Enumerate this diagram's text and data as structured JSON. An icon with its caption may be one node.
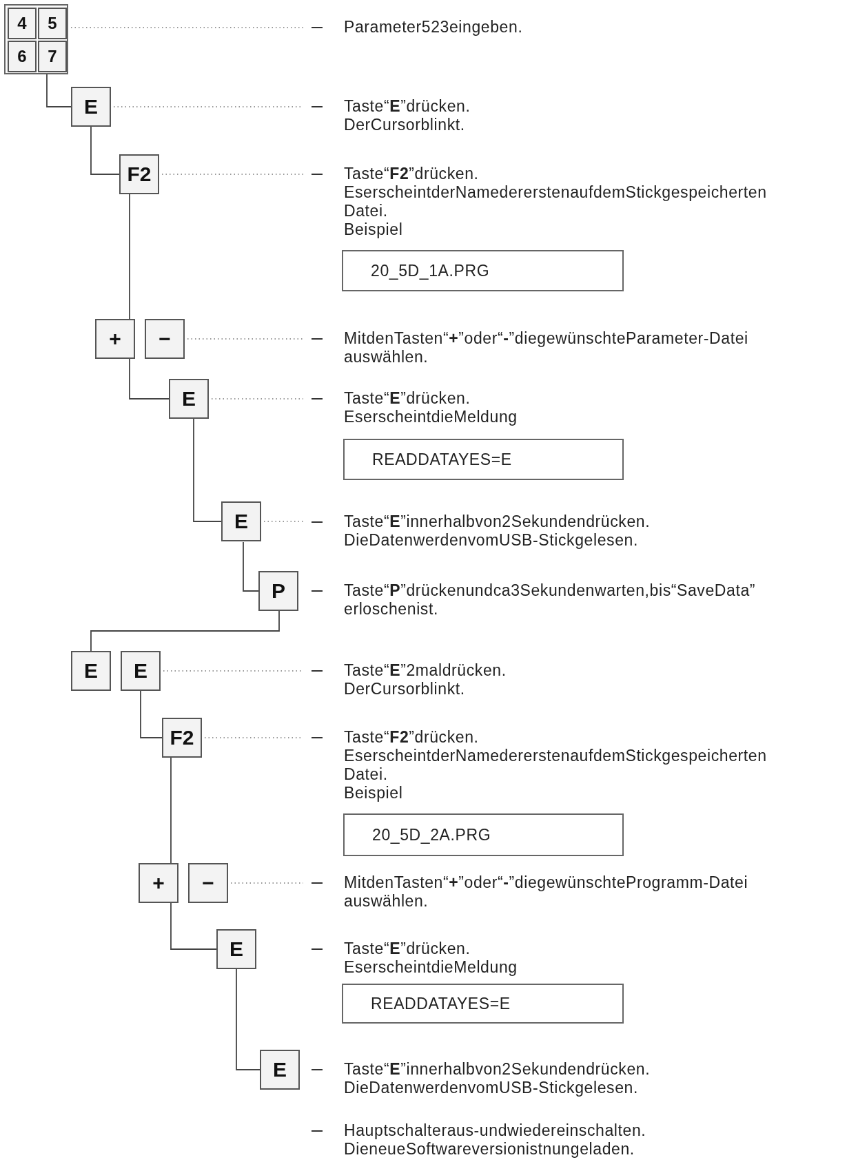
{
  "diagram": {
    "nodes": [
      {
        "text": [],
        "shape": "box"
      },
      {
        "text": [
          "4"
        ],
        "in": 0
      },
      {
        "text": [
          "5"
        ],
        "in": 0
      },
      {
        "text": [
          "6"
        ],
        "in": 0
      },
      {
        "text": [
          "7"
        ],
        "in": 0
      },
      {
        "text": [
          "Parameter523eingeben."
        ]
      },
      {
        "text": [
          "E"
        ]
      },
      {
        "text": [
          "Taste“**E**”drücken.",
          "DerCursorblinkt."
        ]
      },
      {
        "text": [
          "F2"
        ]
      },
      {
        "text": [
          "Taste“**F2**”drücken.",
          "EserscheintderNamedererstenaufdemStickgespeicherten Datei.",
          "Beispiel"
        ]
      },
      {
        "text": [
          "20_5D_1A.PRG"
        ]
      },
      {
        "text": [
          "+"
        ]
      },
      {
        "text": [
          "−"
        ]
      },
      {
        "text": [
          "MitdenTasten“**+**”oder“**-**”diegewünschteParameter-Datei auswählen."
        ]
      },
      {
        "text": [
          "E"
        ]
      },
      {
        "text": [
          "Taste“**E**”drücken.",
          "EserscheintdieMeldung"
        ]
      },
      {
        "text": [
          "READDATAYES=E"
        ]
      },
      {
        "text": [
          "E"
        ]
      },
      {
        "text": [
          "Taste“**E**”innerhalbvon2Sekundendrücken.",
          "DieDatenwerdenvomUSB-Stickgelesen."
        ]
      },
      {
        "text": [
          "P"
        ],
        "beside": [
          "Taste“**P**”drückenundca3Sekundenwarten,bis“SaveData” erloschenist."
        ]
      },
      {
        "text": [
          "E"
        ]
      },
      {
        "text": [
          "E"
        ]
      },
      {
        "text": [
          "Taste“**E**”2maldrücken.",
          "DerCursorblinkt."
        ]
      },
      {
        "text": [
          "F2"
        ]
      },
      {
        "text": [
          "Taste“**F2**”drücken.",
          "EserscheintderNamedererstenaufdemStickgespeicherten Datei.",
          "Beispiel"
        ]
      },
      {
        "text": [
          "20_5D_2A.PRG"
        ]
      },
      {
        "text": [
          "+"
        ]
      },
      {
        "text": [
          "−"
        ]
      },
      {
        "text": [
          "MitdenTasten“**+**”oder“**-**”diegewünschteProgramm-Datei auswählen."
        ]
      },
      {
        "text": [
          "E"
        ],
        "beside": [
          "Taste“**E**”drücken.",
          "EserscheintdieMeldung"
        ]
      },
      {
        "text": [
          "READDATAYES=E"
        ]
      },
      {
        "text": [
          "E"
        ],
        "beside": [
          "Taste“**E**”innerhalbvon2Sekundendrücken.",
          "DieDatenwerdenvomUSB-Stickgelesen."
        ]
      }
    ],
    "edges": [
      {
        "from": 0,
        "to": 6,
        "arrow": "none"
      },
      {
        "from": 0,
        "to": 5,
        "arrow": "none",
        "style": "dashed"
      },
      {
        "from": 6,
        "to": 8,
        "arrow": "none"
      },
      {
        "from": 6,
        "to": 7,
        "arrow": "none",
        "style": "dashed"
      },
      {
        "from": 8,
        "to": 11,
        "arrow": "none"
      },
      {
        "from": 8,
        "to": 9,
        "arrow": "none",
        "style": "dashed"
      },
      {
        "from": 11,
        "to": 14,
        "arrow": "none"
      },
      {
        "from": 12,
        "to": 13,
        "arrow": "none",
        "style": "dashed"
      },
      {
        "from": 14,
        "to": 17,
        "arrow": "none"
      },
      {
        "from": 14,
        "to": 15,
        "arrow": "none",
        "style": "dashed"
      },
      {
        "from": 17,
        "to": 19,
        "arrow": "none"
      },
      {
        "from": 17,
        "to": 18,
        "arrow": "none",
        "style": "dashed"
      },
      {
        "from": 19,
        "to": 20,
        "arrow": "none"
      },
      {
        "from": 21,
        "to": 23,
        "arrow": "none"
      },
      {
        "from": 21,
        "to": 22,
        "arrow": "none",
        "style": "dashed"
      },
      {
        "from": 23,
        "to": 26,
        "arrow": "none"
      },
      {
        "from": 23,
        "to": 24,
        "arrow": "none",
        "style": "dashed"
      },
      {
        "from": 26,
        "to": 29,
        "arrow": "none"
      },
      {
        "from": 27,
        "to": 28,
        "arrow": "none",
        "style": "dashed"
      },
      {
        "from": 29,
        "to": 31,
        "arrow": "none"
      }
    ],
    "labels": [
      "Hauptschalteraus-undwiedereinschalten.",
      "DieneueSoftwareversionistnungeladen."
    ]
  }
}
